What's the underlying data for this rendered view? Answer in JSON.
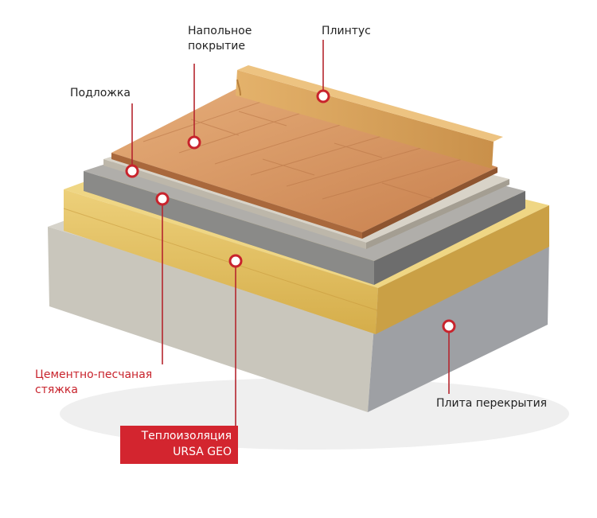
{
  "labels": {
    "napolnoe_line1": "Напольное",
    "napolnoe_line2": "покрытие",
    "plintus": "Плинтус",
    "podlozhka": "Подложка",
    "styazhka_line1": "Цементно-песчаная",
    "styazhka_line2": "стяжка",
    "plita": "Плита перекрытия",
    "teplo_line1": "Теплоизоляция",
    "teplo_line2": "URSA GEO"
  },
  "colors": {
    "accent_red": "#d3252f",
    "leader_line": "#b5262e",
    "concrete": "#c9c6bc",
    "insulation": "#e2c062",
    "screed": "#8f8f8f",
    "underlay": "#cfcac0",
    "parquet": "#d99a66",
    "plinth": "#d9a35b"
  },
  "layers": [
    "Плита перекрытия",
    "Теплоизоляция URSA GEO",
    "Цементно-песчаная стяжка",
    "Подложка",
    "Напольное покрытие",
    "Плинтус"
  ]
}
